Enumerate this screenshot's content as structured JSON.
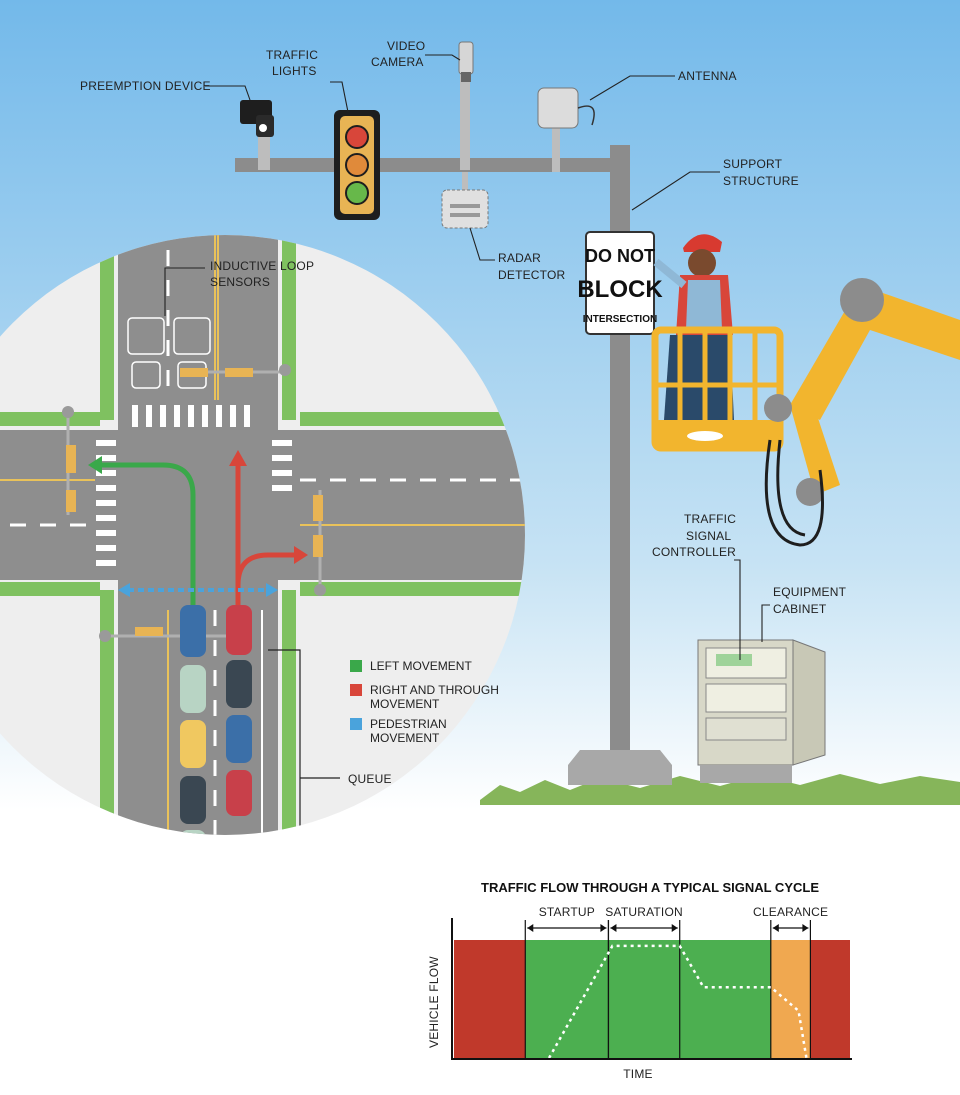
{
  "labels": {
    "preemption_device": "PREEMPTION DEVICE",
    "traffic_lights_1": "TRAFFIC",
    "traffic_lights_2": "LIGHTS",
    "video_camera_1": "VIDEO",
    "video_camera_2": "CAMERA",
    "antenna": "ANTENNA",
    "support_structure_1": "SUPPORT",
    "support_structure_2": "STRUCTURE",
    "radar_detector_1": "RADAR",
    "radar_detector_2": "DETECTOR",
    "inductive_loop_1": "INDUCTIVE LOOP",
    "inductive_loop_2": "SENSORS",
    "traffic_signal_controller_1": "TRAFFIC",
    "traffic_signal_controller_2": "SIGNAL",
    "traffic_signal_controller_3": "CONTROLLER",
    "equipment_cabinet_1": "EQUIPMENT",
    "equipment_cabinet_2": "CABINET",
    "queue": "QUEUE"
  },
  "sign": {
    "line1": "DO NOT",
    "line2": "BLOCK",
    "line3": "INTERSECTION"
  },
  "legend": [
    {
      "lines": [
        "LEFT MOVEMENT"
      ],
      "color": "#3aa84a"
    },
    {
      "lines": [
        "RIGHT AND THROUGH",
        "MOVEMENT"
      ],
      "color": "#d8463a"
    },
    {
      "lines": [
        "PEDESTRIAN",
        "MOVEMENT"
      ],
      "color": "#4aa3dc"
    }
  ],
  "colors": {
    "sky": "#a8d4ef",
    "road": "#8e8e8e",
    "left_movement": "#3aa84a",
    "through_movement": "#d8463a",
    "pedestrian": "#4aa3dc",
    "boom": "#f2b52e",
    "chart_red": "#c0392b",
    "chart_green": "#4caf50",
    "chart_amber": "#f0a850"
  },
  "chart_data": {
    "type": "area",
    "title": "TRAFFIC FLOW THROUGH A TYPICAL SIGNAL CYCLE",
    "xlabel": "TIME",
    "ylabel": "VEHICLE FLOW",
    "phases": [
      {
        "label": "",
        "color": "red",
        "start": 0,
        "end": 18
      },
      {
        "label": "STARTUP",
        "color": "green",
        "start": 18,
        "end": 39
      },
      {
        "label": "SATURATION",
        "color": "green",
        "start": 39,
        "end": 57
      },
      {
        "label": "",
        "color": "green",
        "start": 57,
        "end": 80
      },
      {
        "label": "CLEARANCE",
        "color": "amber",
        "start": 80,
        "end": 90
      },
      {
        "label": "",
        "color": "red",
        "start": 90,
        "end": 100
      }
    ],
    "flow_curve": {
      "x": [
        24,
        40,
        57,
        63,
        80,
        87,
        89
      ],
      "y": [
        0,
        95,
        95,
        60,
        60,
        40,
        0
      ]
    },
    "xlim": [
      0,
      100
    ],
    "ylim": [
      0,
      100
    ],
    "grid": false
  }
}
